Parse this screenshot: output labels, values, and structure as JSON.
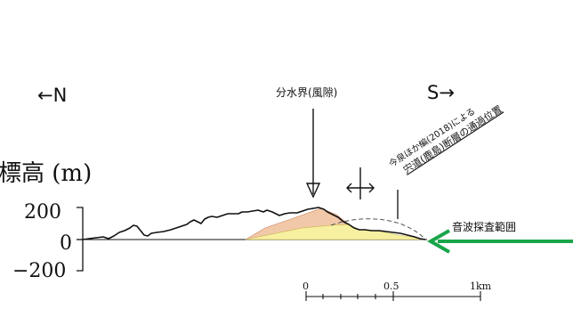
{
  "labels": {
    "north": "←N",
    "south": "S→",
    "watershed": "分水界(風隙)",
    "fault_line1": "今泉ほか編(2018)による",
    "fault_line2": "宍道(鹿島)断層の通過位置",
    "survey": "音波探査範囲"
  },
  "axis": {
    "label": "標高 (m)",
    "ticks": [
      "200",
      "0",
      "−200"
    ]
  },
  "scale": {
    "ticks": [
      "0",
      "0.5",
      "1km"
    ]
  },
  "colors": {
    "orange_layer": "#f2c9a8",
    "yellow_layer": "#f7f0a0",
    "arrow": "#1aa54a",
    "ink": "#111111"
  }
}
